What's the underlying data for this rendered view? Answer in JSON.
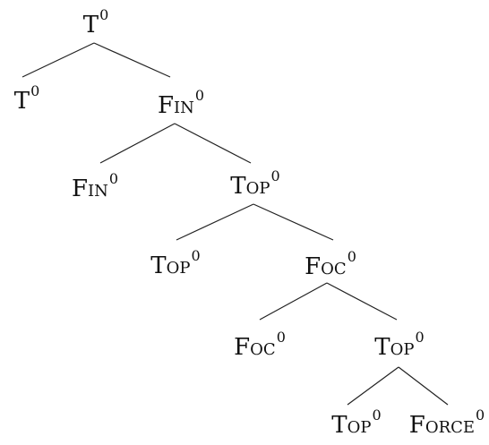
{
  "tree": {
    "root": {
      "label": "T",
      "sup": "0"
    },
    "t_leaf": {
      "label": "T",
      "sup": "0"
    },
    "fin_1": {
      "label": "Fin",
      "sup": "0"
    },
    "fin_leaf": {
      "label": "Fin",
      "sup": "0"
    },
    "top_1": {
      "label": "Top",
      "sup": "0"
    },
    "top_leaf_1": {
      "label": "Top",
      "sup": "0"
    },
    "foc_1": {
      "label": "Foc",
      "sup": "0"
    },
    "foc_leaf": {
      "label": "Foc",
      "sup": "0"
    },
    "top_2": {
      "label": "Top",
      "sup": "0"
    },
    "top_leaf_2": {
      "label": "Top",
      "sup": "0"
    },
    "force_leaf": {
      "label": "Force",
      "sup": "0"
    }
  }
}
